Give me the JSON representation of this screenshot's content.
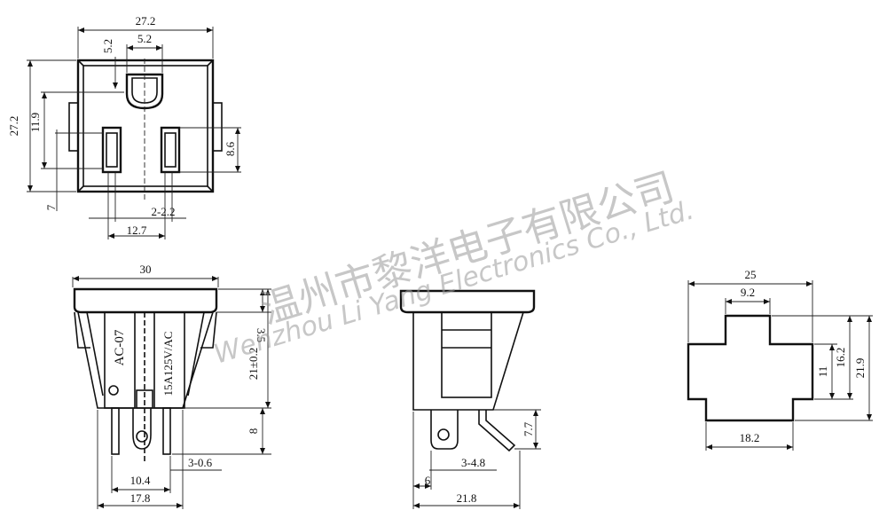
{
  "watermark": {
    "chinese": "温州市黎洋电子有限公司",
    "english": "Wenzhou Li Yang Electronics Co., Ltd."
  },
  "front_view": {
    "dims": {
      "top_width": "27.2",
      "slot_offset": "5.2",
      "slot_width": "5.2",
      "height": "27.2",
      "upper": "11.9",
      "right": "8.6",
      "bottom_offset": "7",
      "slots": "2-2.2",
      "pitch": "12.7"
    }
  },
  "side_view_left": {
    "label": "AC-07",
    "rating": "15A125V/AC",
    "dims": {
      "width": "30",
      "top": "3.5",
      "height": "21±0.2",
      "pin_length": "8",
      "pin": "3-0.6",
      "pin_span": "10.4",
      "base": "17.8"
    }
  },
  "side_view_right": {
    "dims": {
      "pin_height": "7.7",
      "pin": "3-4.8",
      "offset": "6",
      "depth": "21.8"
    }
  },
  "cutout_view": {
    "dims": {
      "width": "25",
      "tab_width": "9.2",
      "tab_height": "11",
      "mid_height": "16.2",
      "total_height": "21.9",
      "bottom_width": "18.2"
    }
  }
}
